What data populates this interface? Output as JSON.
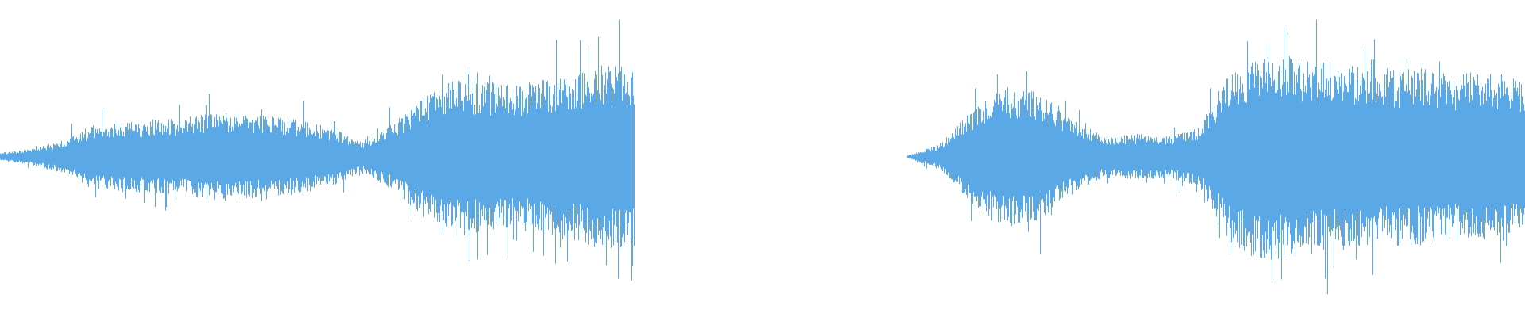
{
  "waveform": {
    "color": "#5aa9e6",
    "background": "#ffffff",
    "amplitude_scale": 1.0,
    "segments": [
      {
        "name": "segment-1",
        "start_fraction": 0.0,
        "end_fraction": 0.416,
        "envelope": [
          0.03,
          0.06,
          0.12,
          0.24,
          0.26,
          0.28,
          0.3,
          0.34,
          0.33,
          0.31,
          0.28,
          0.22,
          0.12,
          0.26,
          0.46,
          0.6,
          0.58,
          0.55,
          0.6,
          0.64,
          0.72,
          0.7
        ]
      },
      {
        "name": "segment-2",
        "start_fraction": 0.595,
        "end_fraction": 1.0,
        "envelope": [
          0.01,
          0.1,
          0.36,
          0.54,
          0.5,
          0.3,
          0.16,
          0.18,
          0.16,
          0.24,
          0.7,
          0.8,
          0.76,
          0.72,
          0.7,
          0.68,
          0.68,
          0.64,
          0.66,
          0.6
        ]
      }
    ]
  }
}
